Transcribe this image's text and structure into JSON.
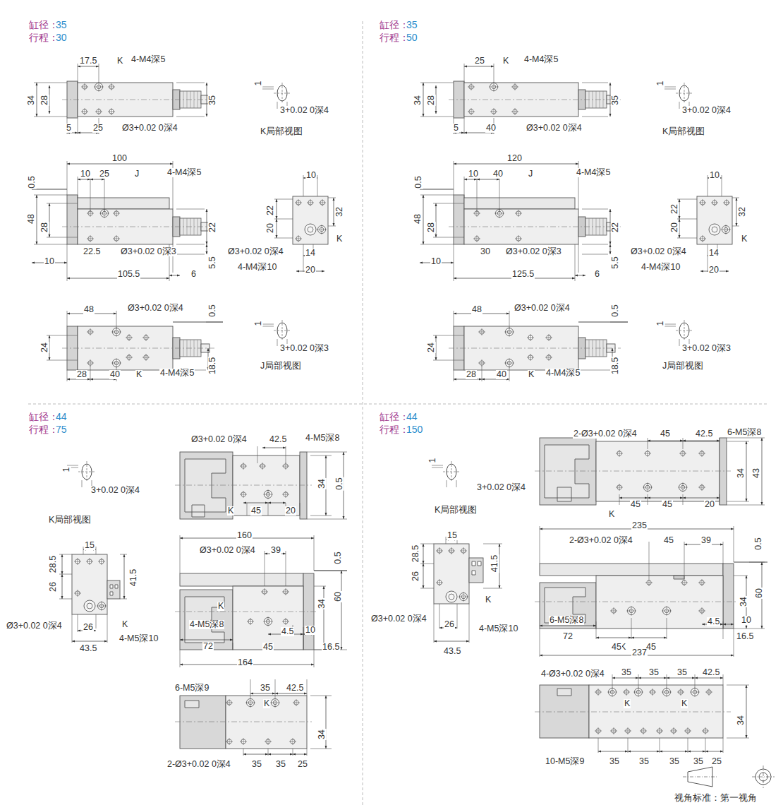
{
  "diagram": {
    "labels": [
      "缸径：",
      "35",
      "行程：",
      "30",
      "17.5",
      "K",
      "4-M4深5",
      "34",
      "28",
      "35",
      "5",
      "25",
      "Ø3+0.02 0深4",
      "1",
      "3+0.02 0深4",
      "K局部视图",
      "100",
      "10",
      "25",
      "J",
      "4-M4深5",
      "0.5",
      "48",
      "28",
      "22",
      "5.5",
      "22.5",
      "Ø3+0.02 0深3",
      "10",
      "105.5",
      "6",
      "10",
      "22",
      "20",
      "32",
      "K",
      "Ø3+0.02 0深4",
      "14",
      "4-M4深10",
      "20",
      "48",
      "Ø3+0.02 0深4",
      "0.5",
      "24",
      "18.5",
      "28",
      "40",
      "K",
      "4-M4深5",
      "1",
      "3+0.02 0深3",
      "J局部视图",
      "缸径：",
      "35",
      "行程：",
      "50",
      "25",
      "K",
      "4-M4深5",
      "34",
      "28",
      "35",
      "5",
      "40",
      "Ø3+0.02 0深4",
      "1",
      "3+0.02 0深4",
      "K局部视图",
      "120",
      "10",
      "40",
      "J",
      "4-M4深5",
      "0.5",
      "48",
      "28",
      "22",
      "5.5",
      "30",
      "Ø3+0.02 0深3",
      "10",
      "125.5",
      "6",
      "10",
      "22",
      "20",
      "32",
      "K",
      "Ø3+0.02 0深4",
      "14",
      "4-M4深10",
      "20",
      "48",
      "Ø3+0.02 0深4",
      "0.5",
      "24",
      "18.5",
      "28",
      "40",
      "K",
      "4-M4深5",
      "1",
      "3+0.02 0深3",
      "J局部视图",
      "缸径：",
      "44",
      "行程：",
      "75",
      "1",
      "3+0.02 0深4",
      "K局部视图",
      "Ø3+0.02 0深4",
      "42.5",
      "4-M5深8",
      "34",
      "0.5",
      "K",
      "45",
      "20",
      "15",
      "28.5",
      "41.5",
      "26",
      "Ø3+0.02 0深4",
      "K",
      "26",
      "4-M5深10",
      "43.5",
      "160",
      "Ø3+0.02 0深4",
      "39",
      "0.5",
      "K",
      "34",
      "60",
      "4-M5深8",
      "4.5",
      "10",
      "72",
      "45",
      "16.5",
      "164",
      "6-M5深9",
      "35",
      "42.5",
      "K",
      "34",
      "2-Ø3+0.02 0深4",
      "35",
      "35",
      "25",
      "缸径：",
      "44",
      "行程：",
      "150",
      "1",
      "3+0.02 0深4",
      "K局部视图",
      "2-Ø3+0.02 0深4",
      "45",
      "42.5",
      "6-M5深8",
      "34",
      "43",
      "K",
      "45",
      "45",
      "20",
      "15",
      "28.5",
      "41.5",
      "26",
      "Ø3+0.02 0深4",
      "K",
      "26",
      "4-M5深10",
      "43.5",
      "235",
      "2-Ø3+0.02 0深4",
      "45",
      "39",
      "0.5",
      "60",
      "34",
      "6-M5深8",
      "K",
      "4.5",
      "10",
      "72",
      "45",
      "45",
      "16.5",
      "237",
      "4-Ø3+0.02 0深4",
      "35",
      "35",
      "35",
      "42.5",
      "K",
      "K",
      "34",
      "10-M5深9",
      "35",
      "35",
      "35",
      "35",
      "25",
      "视角标准：第一视角"
    ]
  }
}
